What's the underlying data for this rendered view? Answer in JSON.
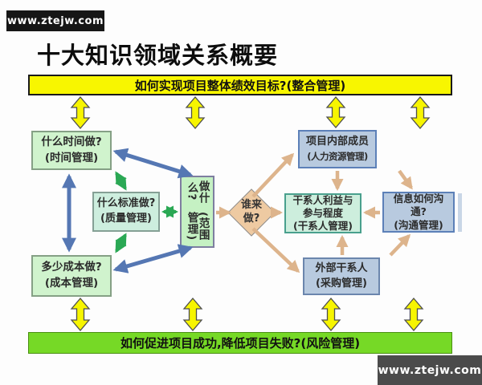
{
  "watermark_top": "www.ztejw.com",
  "watermark_bottom": "www.ztejw.com",
  "title": "十大知识领域关系概要",
  "banners": {
    "integration": "如何实现项目整体绩效目标?(整合管理)",
    "risk": "如何促进项目成功,降低项目失败?(风险管理)"
  },
  "boxes": {
    "time": {
      "line1": "什么时间做?",
      "line2": "(时间管理)"
    },
    "quality": {
      "line1": "什么标准做?",
      "line2": "(质量管理)"
    },
    "cost": {
      "line1": "多少成本做?",
      "line2": "(成本管理)"
    },
    "scope": {
      "col_right": "做什么?",
      "col_left": "(范围管理)"
    },
    "who": {
      "line1": "谁来",
      "line2": "做?"
    },
    "hr": {
      "line1": "项目内部成员",
      "line2": "(人力资源管理)"
    },
    "stakeholder": {
      "line1": "干系人利益与",
      "line2": "参与程度",
      "line3": "(干系人管理)"
    },
    "communication": {
      "line1": "信息如何沟",
      "line2": "通?",
      "line3": "(沟通管理)"
    },
    "procurement": {
      "line1": "外部干系人",
      "line2": "(采购管理)"
    }
  },
  "colors": {
    "banner_integration_bg": "#f8f600",
    "banner_risk_bg": "#76d926",
    "green_box_bg": "#d0f3cd",
    "mint_box_bg": "#cdeedd",
    "blue_box_bg": "#b8cadf",
    "scope_box_bg": "#c5f1c3",
    "diamond_bg": "#eecaa2",
    "blue_arrow": "#5577b3",
    "green_arrow": "#2aa854",
    "tan_arrow": "#ddb48c",
    "yellow_arrow": "#f7f500",
    "watermark_top_bg": "#161616",
    "watermark_bottom_bg": "#4b4b4b"
  }
}
